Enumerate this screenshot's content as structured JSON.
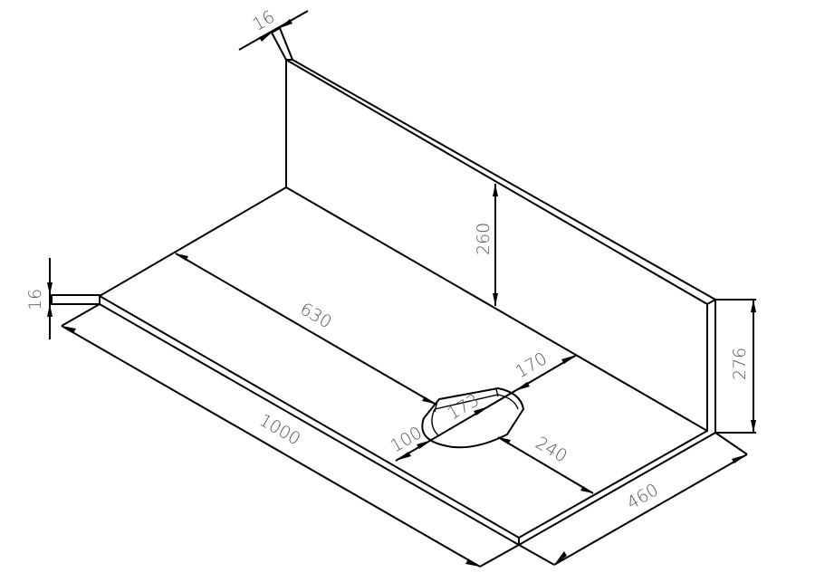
{
  "drawing": {
    "type": "isometric technical drawing",
    "subject": "L-shaped shelf panel with rounded slot cutout",
    "line_color": "#000000",
    "text_color": "#555555",
    "background": "#ffffff"
  },
  "dimensions": {
    "back_panel_thickness": "16",
    "base_panel_thickness": "16",
    "overall_length": "1000",
    "depth": "460",
    "back_panel_height_outer": "276",
    "back_panel_height_inner": "260",
    "slot_offset_from_left": "630",
    "slot_offset_from_back": "170",
    "slot_offset_from_front": "100",
    "slot_length": "173",
    "slot_offset_right": "240"
  }
}
